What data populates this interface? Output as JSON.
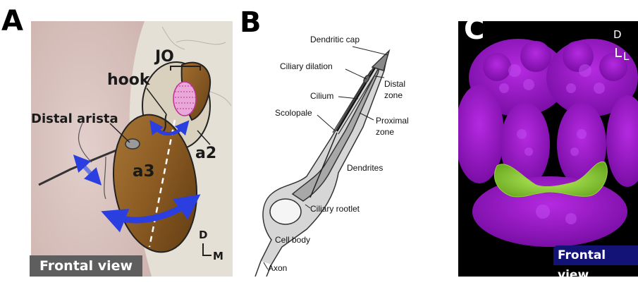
{
  "panel_a": {
    "letter": "A",
    "labels": {
      "jo": "JO",
      "hook": "hook",
      "distal_arista": "Distal arista",
      "a3": "a3",
      "a2": "a2",
      "frontal_view": "Frontal view"
    },
    "compass": {
      "d": "D",
      "m": "M"
    }
  },
  "panel_b": {
    "letter": "B",
    "labels": {
      "dendritic_cap": "Dendritic cap",
      "ciliary_dilation": "Ciliary dilation",
      "cilium": "Cilium",
      "scolopale": "Scolopale",
      "distal_zone_1": "Distal",
      "distal_zone_2": "zone",
      "proximal_zone_1": "Proximal",
      "proximal_zone_2": "zone",
      "dendrites": "Dendrites",
      "ciliary_rootlet": "Ciliary rootlet",
      "cell_body": "Cell body",
      "axon": "Axon"
    }
  },
  "panel_c": {
    "letter": "C",
    "compass": {
      "d": "D",
      "l": "L"
    },
    "frontal_view": "Frontal view"
  },
  "colors": {
    "arrow_blue": "#2b3fe0",
    "antenna_brown": "#8a5a22",
    "neuropil_magenta": "#9a18c8",
    "highlight_green": "#7ed321",
    "label_bar_gray": "#5e5e5e",
    "label_bar_navy": "#131377"
  }
}
